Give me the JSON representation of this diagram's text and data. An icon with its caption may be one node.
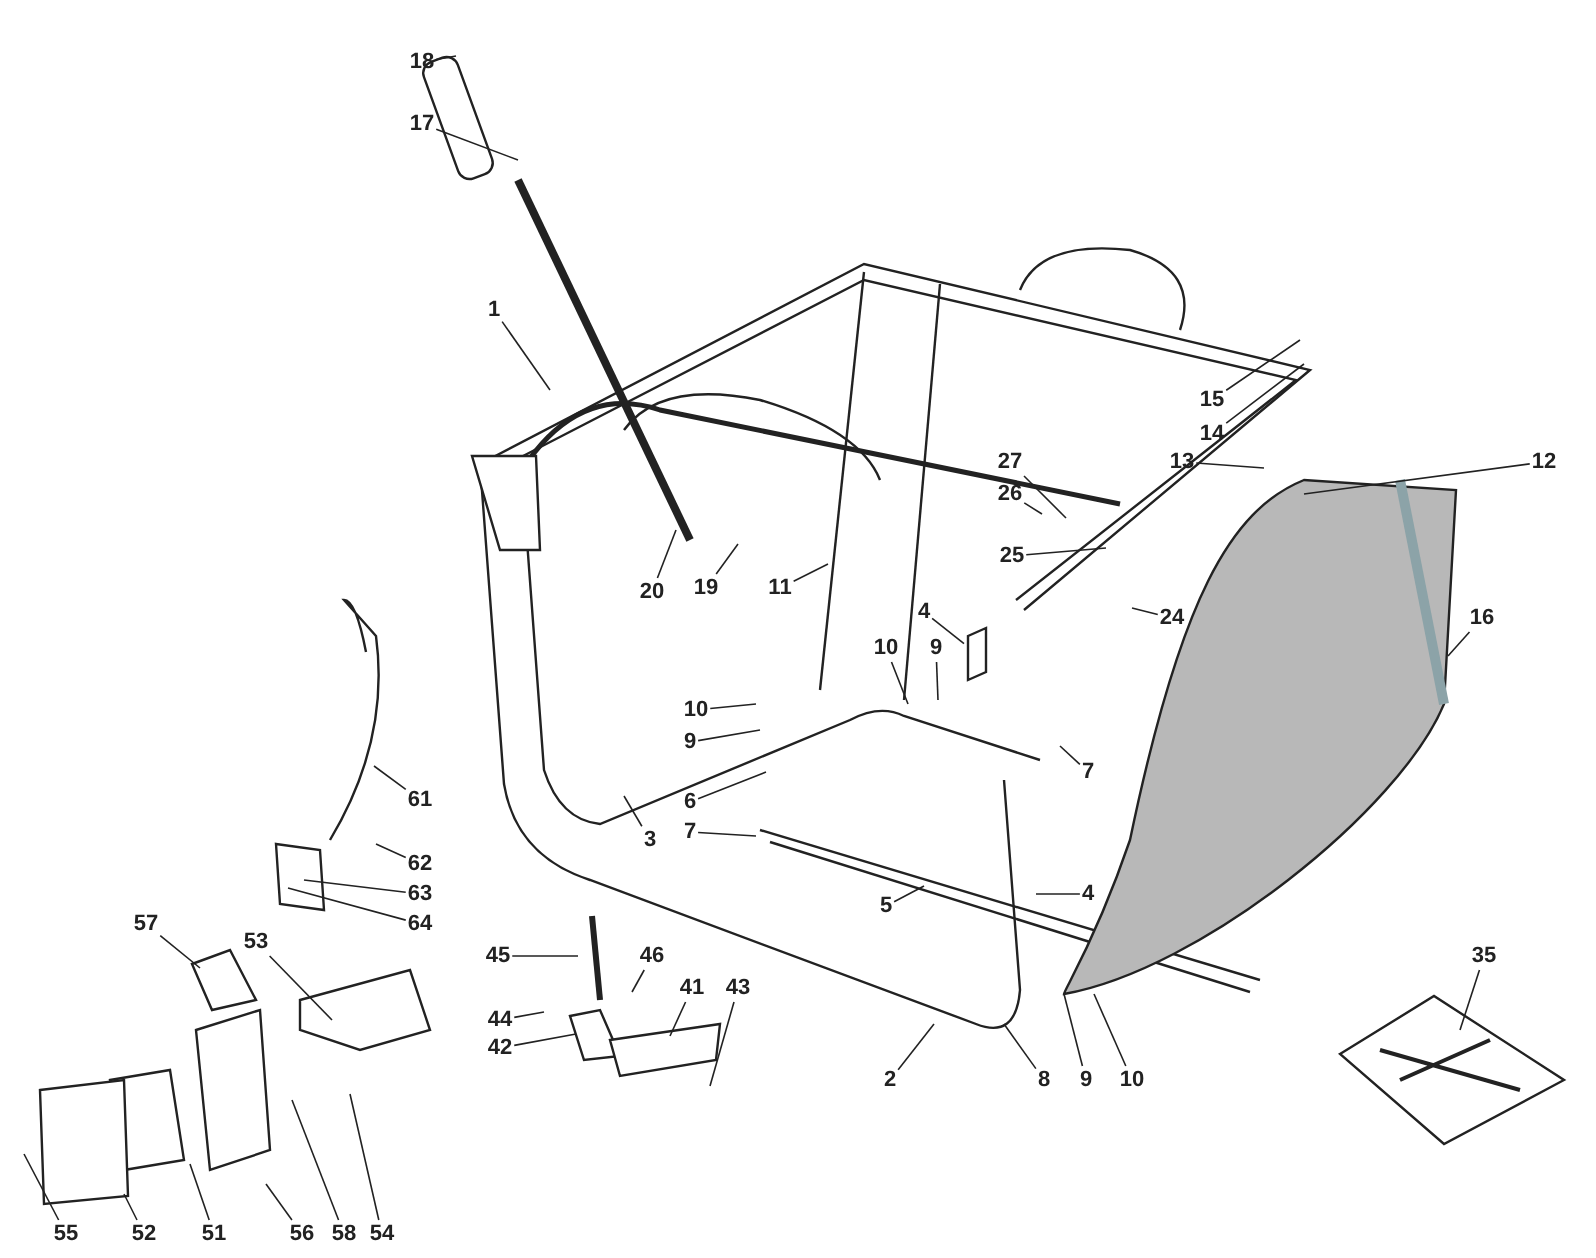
{
  "diagram": {
    "nodes": [
      {
        "text": [
          "18"
        ]
      },
      {
        "text": [
          "17"
        ]
      },
      {
        "text": [
          "1"
        ]
      },
      {
        "text": [
          "15"
        ]
      },
      {
        "text": [
          "14"
        ]
      },
      {
        "text": [
          "27"
        ]
      },
      {
        "text": [
          "13"
        ]
      },
      {
        "text": [
          "12"
        ]
      },
      {
        "text": [
          "26"
        ]
      },
      {
        "text": [
          "25"
        ]
      },
      {
        "text": [
          "20"
        ]
      },
      {
        "text": [
          "19"
        ]
      },
      {
        "text": [
          "11"
        ]
      },
      {
        "text": [
          "4"
        ]
      },
      {
        "text": [
          "24"
        ]
      },
      {
        "text": [
          "16"
        ]
      },
      {
        "text": [
          "10"
        ]
      },
      {
        "text": [
          "9"
        ]
      },
      {
        "text": [
          "10"
        ]
      },
      {
        "text": [
          "9"
        ]
      },
      {
        "text": [
          "7"
        ]
      },
      {
        "text": [
          "61"
        ]
      },
      {
        "text": [
          "6"
        ]
      },
      {
        "text": [
          "3"
        ]
      },
      {
        "text": [
          "7"
        ]
      },
      {
        "text": [
          "62"
        ]
      },
      {
        "text": [
          "63"
        ]
      },
      {
        "text": [
          "5"
        ]
      },
      {
        "text": [
          "4"
        ]
      },
      {
        "text": [
          "64"
        ]
      },
      {
        "text": [
          "57"
        ]
      },
      {
        "text": [
          "53"
        ]
      },
      {
        "text": [
          "35"
        ]
      },
      {
        "text": [
          "45"
        ]
      },
      {
        "text": [
          "46"
        ]
      },
      {
        "text": [
          "41"
        ]
      },
      {
        "text": [
          "43"
        ]
      },
      {
        "text": [
          "44"
        ]
      },
      {
        "text": [
          "42"
        ]
      },
      {
        "text": [
          "2"
        ]
      },
      {
        "text": [
          "8"
        ]
      },
      {
        "text": [
          "9"
        ]
      },
      {
        "text": [
          "10"
        ]
      },
      {
        "text": [
          "55"
        ]
      },
      {
        "text": [
          "52"
        ]
      },
      {
        "text": [
          "51"
        ]
      },
      {
        "text": [
          "56"
        ]
      },
      {
        "text": [
          "58"
        ]
      },
      {
        "text": [
          "54"
        ]
      },
      {
        "text": [],
        "shape": "box"
      }
    ],
    "edges": [
      {
        "from": 0,
        "to": null,
        "arrow": "none"
      },
      {
        "from": 1,
        "to": null,
        "arrow": "none"
      },
      {
        "from": 2,
        "to": null,
        "arrow": "none"
      },
      {
        "from": 3,
        "to": null,
        "arrow": "none"
      },
      {
        "from": 4,
        "to": null,
        "arrow": "none"
      },
      {
        "from": 5,
        "to": null,
        "arrow": "none"
      },
      {
        "from": 6,
        "to": null,
        "arrow": "none"
      },
      {
        "from": 7,
        "to": null,
        "arrow": "none"
      },
      {
        "from": 8,
        "to": null,
        "arrow": "none"
      },
      {
        "from": 9,
        "to": null,
        "arrow": "none"
      },
      {
        "from": 10,
        "to": null,
        "arrow": "none"
      },
      {
        "from": 11,
        "to": null,
        "arrow": "none"
      },
      {
        "from": 12,
        "to": null,
        "arrow": "none"
      },
      {
        "from": 13,
        "to": 49,
        "arrow": "none"
      },
      {
        "from": 14,
        "to": null,
        "arrow": "none"
      },
      {
        "from": 15,
        "to": null,
        "arrow": "none"
      },
      {
        "from": 16,
        "to": null,
        "arrow": "none"
      },
      {
        "from": 17,
        "to": null,
        "arrow": "none"
      },
      {
        "from": 18,
        "to": null,
        "arrow": "none"
      },
      {
        "from": 19,
        "to": null,
        "arrow": "none"
      },
      {
        "from": 20,
        "to": null,
        "arrow": "none"
      },
      {
        "from": 21,
        "to": null,
        "arrow": "none"
      },
      {
        "from": 22,
        "to": null,
        "arrow": "none"
      },
      {
        "from": 23,
        "to": null,
        "arrow": "none"
      },
      {
        "from": 24,
        "to": null,
        "arrow": "none"
      },
      {
        "from": 25,
        "to": null,
        "arrow": "none"
      },
      {
        "from": 26,
        "to": null,
        "arrow": "none"
      },
      {
        "from": 27,
        "to": null,
        "arrow": "none"
      },
      {
        "from": 28,
        "to": null,
        "arrow": "none"
      },
      {
        "from": 29,
        "to": null,
        "arrow": "none"
      },
      {
        "from": 30,
        "to": null,
        "arrow": "none"
      },
      {
        "from": 31,
        "to": null,
        "arrow": "none"
      },
      {
        "from": 32,
        "to": null,
        "arrow": "none"
      },
      {
        "from": 33,
        "to": null,
        "arrow": "none"
      },
      {
        "from": 34,
        "to": null,
        "arrow": "none"
      },
      {
        "from": 35,
        "to": null,
        "arrow": "none"
      },
      {
        "from": 36,
        "to": null,
        "arrow": "none"
      },
      {
        "from": 37,
        "to": null,
        "arrow": "none"
      },
      {
        "from": 38,
        "to": null,
        "arrow": "none"
      },
      {
        "from": 39,
        "to": null,
        "arrow": "none"
      },
      {
        "from": 40,
        "to": null,
        "arrow": "none"
      },
      {
        "from": 41,
        "to": null,
        "arrow": "none"
      },
      {
        "from": 42,
        "to": null,
        "arrow": "none"
      },
      {
        "from": 43,
        "to": null,
        "arrow": "none"
      },
      {
        "from": 44,
        "to": null,
        "arrow": "none"
      },
      {
        "from": 45,
        "to": null,
        "arrow": "none"
      },
      {
        "from": 46,
        "to": null,
        "arrow": "none"
      },
      {
        "from": 47,
        "to": null,
        "arrow": "none"
      },
      {
        "from": 48,
        "to": null,
        "arrow": "none"
      }
    ]
  }
}
